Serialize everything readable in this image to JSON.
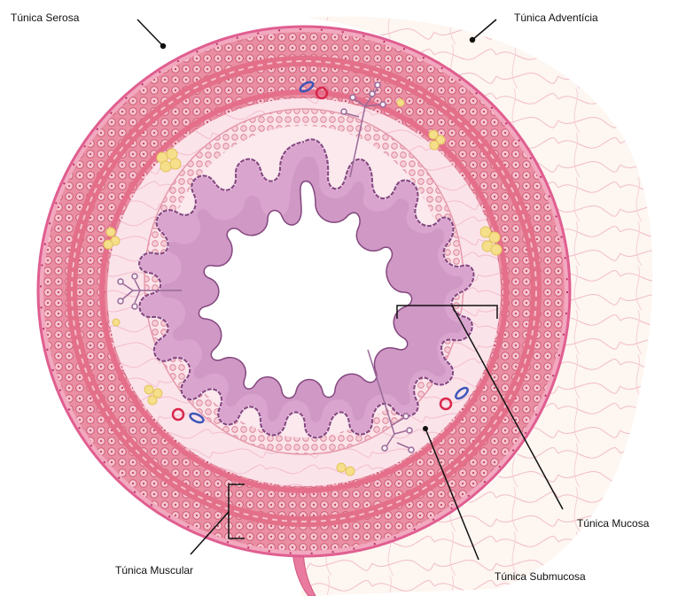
{
  "diagram": {
    "labels": {
      "serosa": "Túnica Serosa",
      "adventicia": "Túnica Adventícia",
      "mucosa": "Túnica Mucosa",
      "submucosa": "Túnica Submucosa",
      "muscular": "Túnica Muscular"
    },
    "colors": {
      "serosa_outline": "#e46a9a",
      "muscle_outer": "#e0708a",
      "muscle_cells": "#f3b4c2",
      "muscle_band": "#d9506e",
      "submucosa_fill": "#fbe3ea",
      "submucosa_fibers": "#efb3c8",
      "adventitia_fill": "#fcf3ee",
      "adventitia_fibers": "#f4bcc9",
      "mucosa_fill": "#d8a3cc",
      "mucosa_stroke": "#8a4f87",
      "lumen": "#ffffff",
      "fat": "#f6df8a",
      "artery": "#d8284b",
      "vein": "#3d56b8",
      "leader_line": "#111111"
    },
    "icons": [
      "fat-cluster-icon",
      "artery-icon",
      "vein-icon",
      "gland-icon"
    ]
  }
}
